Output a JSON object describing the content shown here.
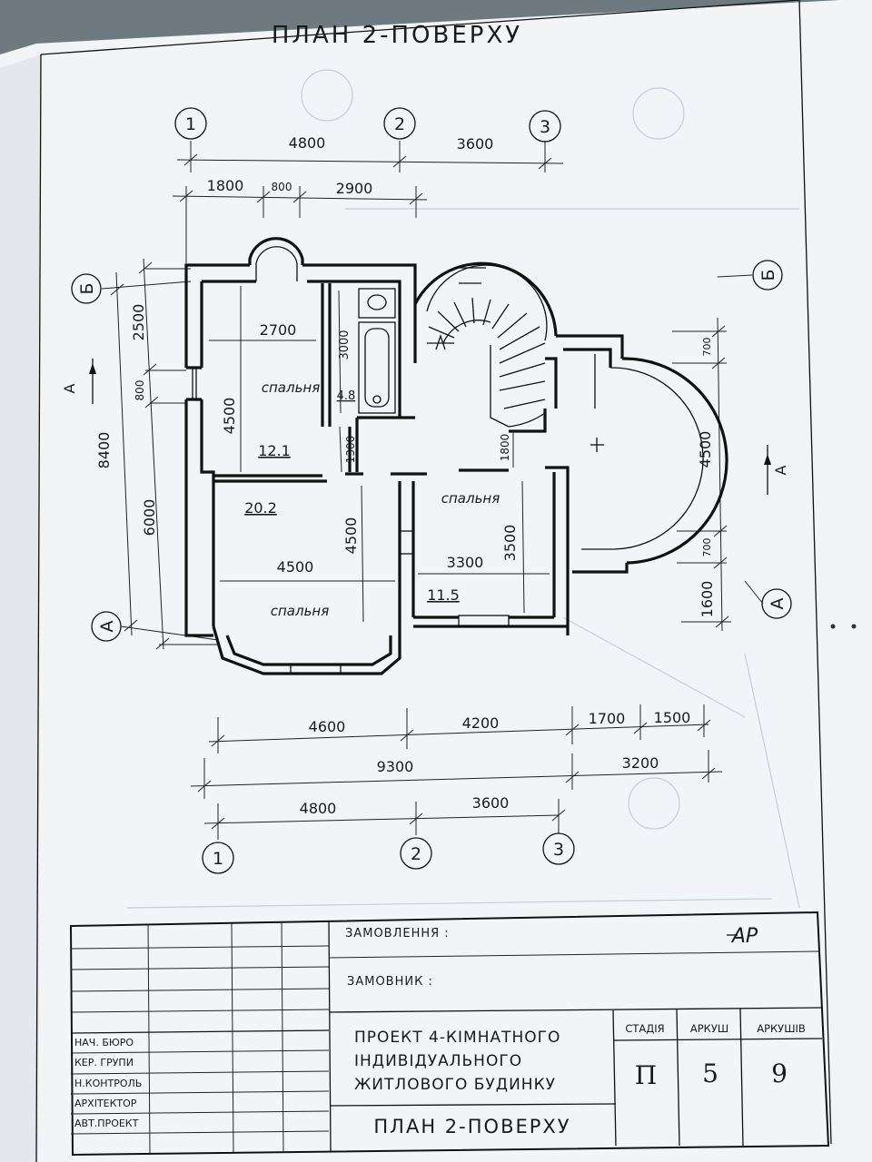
{
  "sheet_title": "ПЛАН 2-ПОВЕРХУ",
  "axes": {
    "top": [
      "1",
      "2",
      "3"
    ],
    "bottom": [
      "1",
      "2",
      "3"
    ],
    "left": [
      "Б",
      "А"
    ],
    "right": [
      "Б",
      "А"
    ]
  },
  "section_marks": [
    "А",
    "А"
  ],
  "dims_top": {
    "overall": [
      "4800",
      "3600"
    ],
    "detail": [
      "1800",
      "800",
      "2900"
    ]
  },
  "dims_left": {
    "outer": [
      "8400"
    ],
    "inner": [
      "2500",
      "800",
      "6000"
    ]
  },
  "dims_right": [
    "700",
    "4500",
    "700",
    "1600"
  ],
  "dims_bottom": {
    "row1": [
      "4600",
      "4200",
      "1700",
      "1500"
    ],
    "row2": [
      "9300",
      "3200"
    ],
    "row3": [
      "4800",
      "3600"
    ]
  },
  "interior_dims": [
    "2700",
    "4500",
    "3000",
    "1300",
    "1800",
    "4500",
    "4500",
    "3500",
    "3300"
  ],
  "rooms": [
    {
      "name": "спальня",
      "area": "12.1"
    },
    {
      "name": "спальня",
      "area": "20.2"
    },
    {
      "name": "спальня",
      "area": "11.5"
    }
  ],
  "bathroom_area": "4.8",
  "title_block": {
    "order_label": "ЗАМОВЛЕННЯ :",
    "order_value": "АР",
    "client_label": "ЗАМОВНИК :",
    "roles": [
      "НАЧ. БЮРО",
      "КЕР. ГРУПИ",
      "Н.КОНТРОЛЬ",
      "АРХІТЕКТОР",
      "АВТ.ПРОЕКТ"
    ],
    "project_title": [
      "ПРОЕКТ 4-КІМНАТНОГО",
      "ІНДИВІДУАЛЬНОГО",
      "ЖИТЛОВОГО БУДИНКУ"
    ],
    "drawing_title": "ПЛАН 2-ПОВЕРХУ",
    "headers": [
      "СТАДІЯ",
      "АРКУШ",
      "АРКУШІВ"
    ],
    "values": [
      "П",
      "5",
      "9"
    ]
  }
}
